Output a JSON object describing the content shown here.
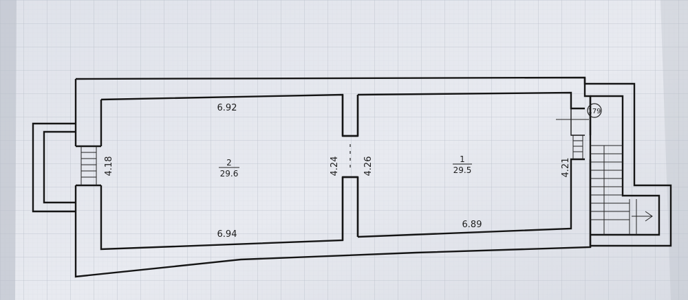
{
  "rooms": [
    {
      "number": "2",
      "area": "29.6"
    },
    {
      "number": "1",
      "area": "29.5"
    }
  ],
  "dimensions": {
    "room2_top": "6.92",
    "room2_bottom": "6.94",
    "room2_left": "4.18",
    "room2_right": "4.24",
    "room1_left": "4.26",
    "room1_top": "",
    "room1_bottom": "6.89",
    "room1_right": "4.21"
  },
  "marker": {
    "label": "179"
  },
  "colors": {
    "paper": "#e6e8ee",
    "grid": "#b4bac6",
    "ink": "#151515"
  }
}
